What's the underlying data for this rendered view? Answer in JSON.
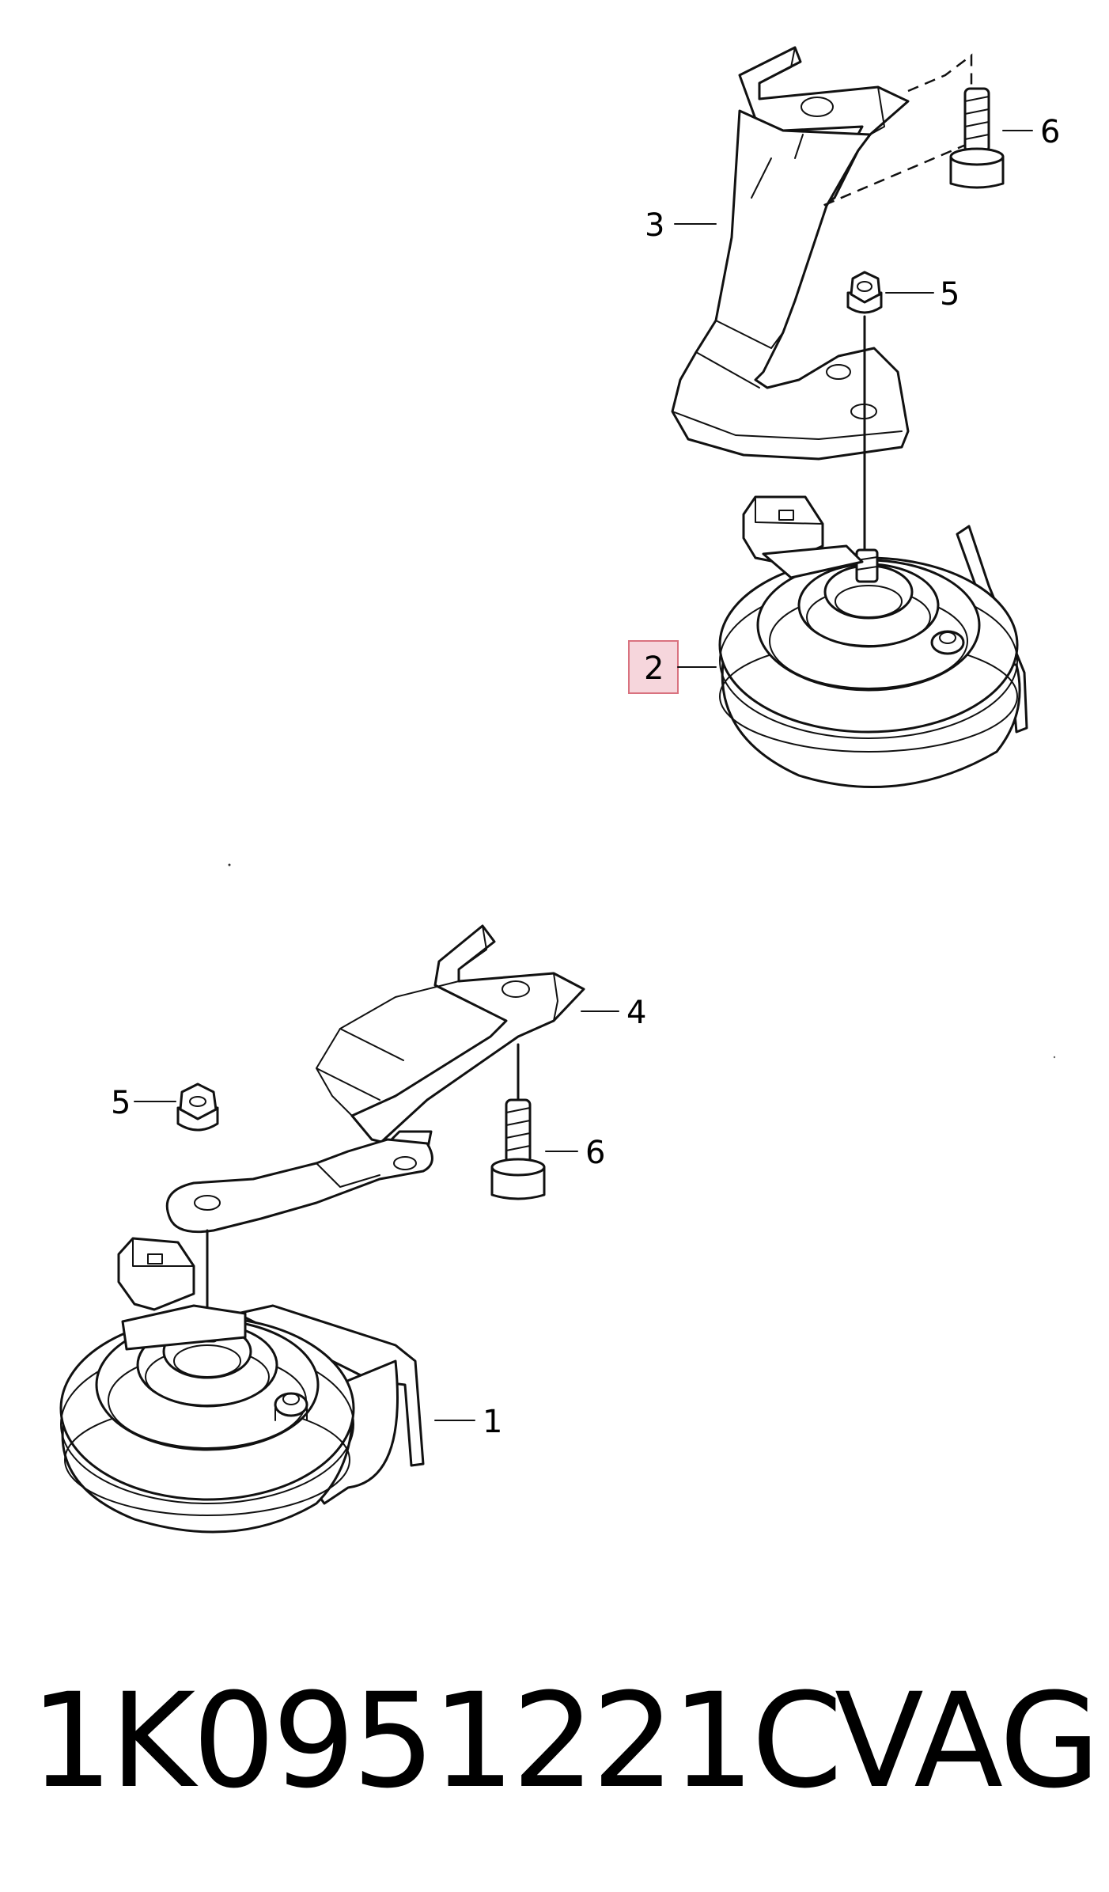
{
  "diagram": {
    "callouts": {
      "c1": "1",
      "c2": "2",
      "c3": "3",
      "c4": "4",
      "c5_top": "5",
      "c5_bottom": "5",
      "c6_top": "6",
      "c6_bottom": "6"
    },
    "highlight_color": "#f6d6dc",
    "highlight_border": "#d9727f"
  },
  "footer": {
    "part_number": "1K0951221C",
    "brand": "VAG"
  }
}
